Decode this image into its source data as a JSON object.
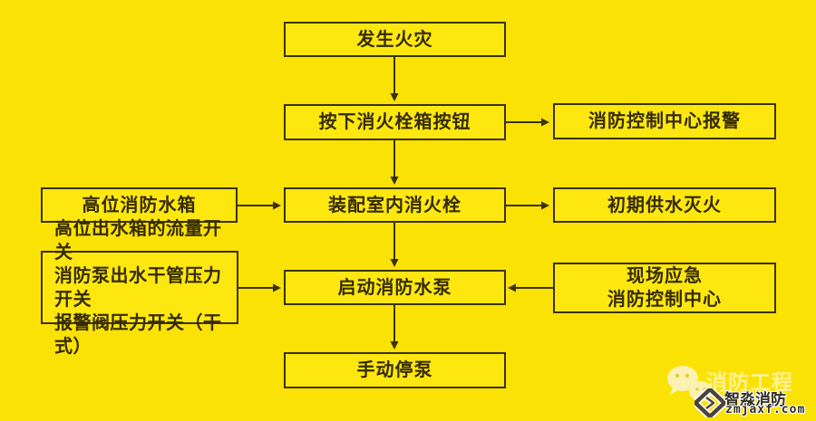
{
  "colors": {
    "background": "#FBE205",
    "box_fill": "#FDE70E",
    "line": "#3B3200",
    "text": "#352B00",
    "watermark_light": "#FFF7C8",
    "watermark_dark": "#322E26"
  },
  "nodes": {
    "fire_occurs": "发生火灾",
    "press_hydrant_button": "按下消火栓箱按钮",
    "control_center_alarm": "消防控制中心报警",
    "high_level_tank": "高位消防水箱",
    "indoor_hydrant": "装配室内消火栓",
    "initial_water_supply": "初期供水灭火",
    "switch_signals": {
      "line1": "高位出水箱的流量开关",
      "line2": "消防泵出水干管压力开关",
      "line3": "报警阀压力开关（干式）"
    },
    "start_fire_pump": "启动消防水泵",
    "onsite_emergency": {
      "line1": "现场应急",
      "line2": "消防控制中心"
    },
    "manual_pump_stop": "手动停泵"
  },
  "watermark": {
    "channel_name": "消防工程",
    "brand_name": "智淼消防",
    "website": "zmjaxf.com"
  }
}
